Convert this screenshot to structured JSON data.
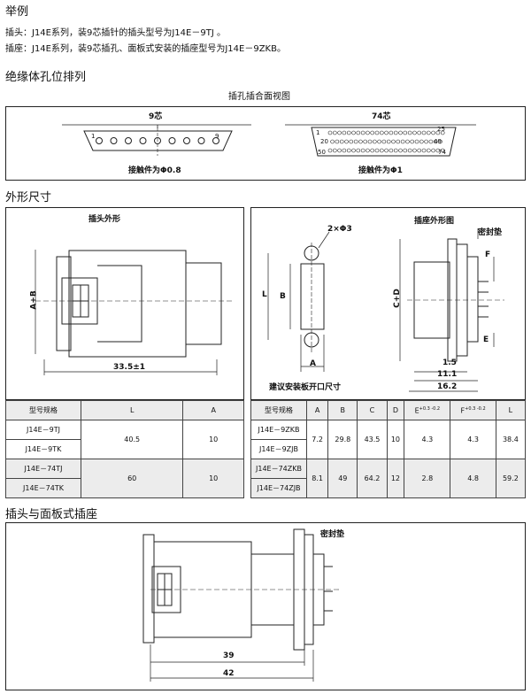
{
  "heading_example": "举例",
  "line_plug": "插头：J14E系列，装9芯插针的插头型号为J14E－9TJ 。",
  "line_socket": "插座：J14E系列，装9芯插孔、面板式安装的插座型号为J14E－9ZKB。",
  "heading_insulator": "绝缘体孔位排列",
  "insulator_caption": "插孔插合面视图",
  "insulator_9": {
    "title": "9芯",
    "label_start": "1",
    "label_end": "9",
    "contact": "接触件为Φ0.8"
  },
  "insulator_74": {
    "title": "74芯",
    "l1": "1",
    "l2": "20",
    "l3": "50",
    "r1": "25",
    "r2": "49",
    "r3": "74",
    "contact": "接触件为Φ1"
  },
  "heading_dimensions": "外形尺寸",
  "plug_drawing": {
    "title": "插头外形",
    "ab": "A+B",
    "width": "33.5±1"
  },
  "socket_drawing": {
    "title": "插座外形图",
    "seal": "密封垫",
    "holes": "2×Φ3",
    "L": "L",
    "B": "B",
    "A": "A",
    "CD": "C+D",
    "F": "F",
    "E": "E",
    "d15": "1.5",
    "d111": "11.1",
    "d162": "16.2",
    "cutout": "建议安装板开口尺寸"
  },
  "plug_table": {
    "headers": [
      "型号规格",
      "L",
      "A"
    ],
    "rows": [
      {
        "models": [
          "J14E－9TJ",
          "J14E－9TK"
        ],
        "L": "40.5",
        "A": "10"
      },
      {
        "models": [
          "J14E－74TJ",
          "J14E－74TK"
        ],
        "L": "60",
        "A": "10"
      }
    ]
  },
  "socket_table": {
    "headers": [
      "型号规格",
      "A",
      "B",
      "C",
      "D",
      "E",
      "F",
      "L"
    ],
    "e_tol": "+0.3 -0.2",
    "f_tol": "+0.3 -0.2",
    "rows": [
      {
        "models": [
          "J14E－9ZKB",
          "J14E－9ZJB"
        ],
        "A": "7.2",
        "B": "29.8",
        "C": "43.5",
        "D": "10",
        "E": "4.3",
        "F": "4.3",
        "L": "38.4"
      },
      {
        "models": [
          "J14E－74ZKB",
          "J14E－74ZJB"
        ],
        "A": "8.1",
        "B": "49",
        "C": "64.2",
        "D": "12",
        "E": "2.8",
        "F": "4.8",
        "L": "59.2"
      }
    ]
  },
  "heading_assembly": "插头与面板式插座",
  "assembly_drawing": {
    "seal": "密封垫",
    "d39": "39",
    "d42": "42"
  }
}
